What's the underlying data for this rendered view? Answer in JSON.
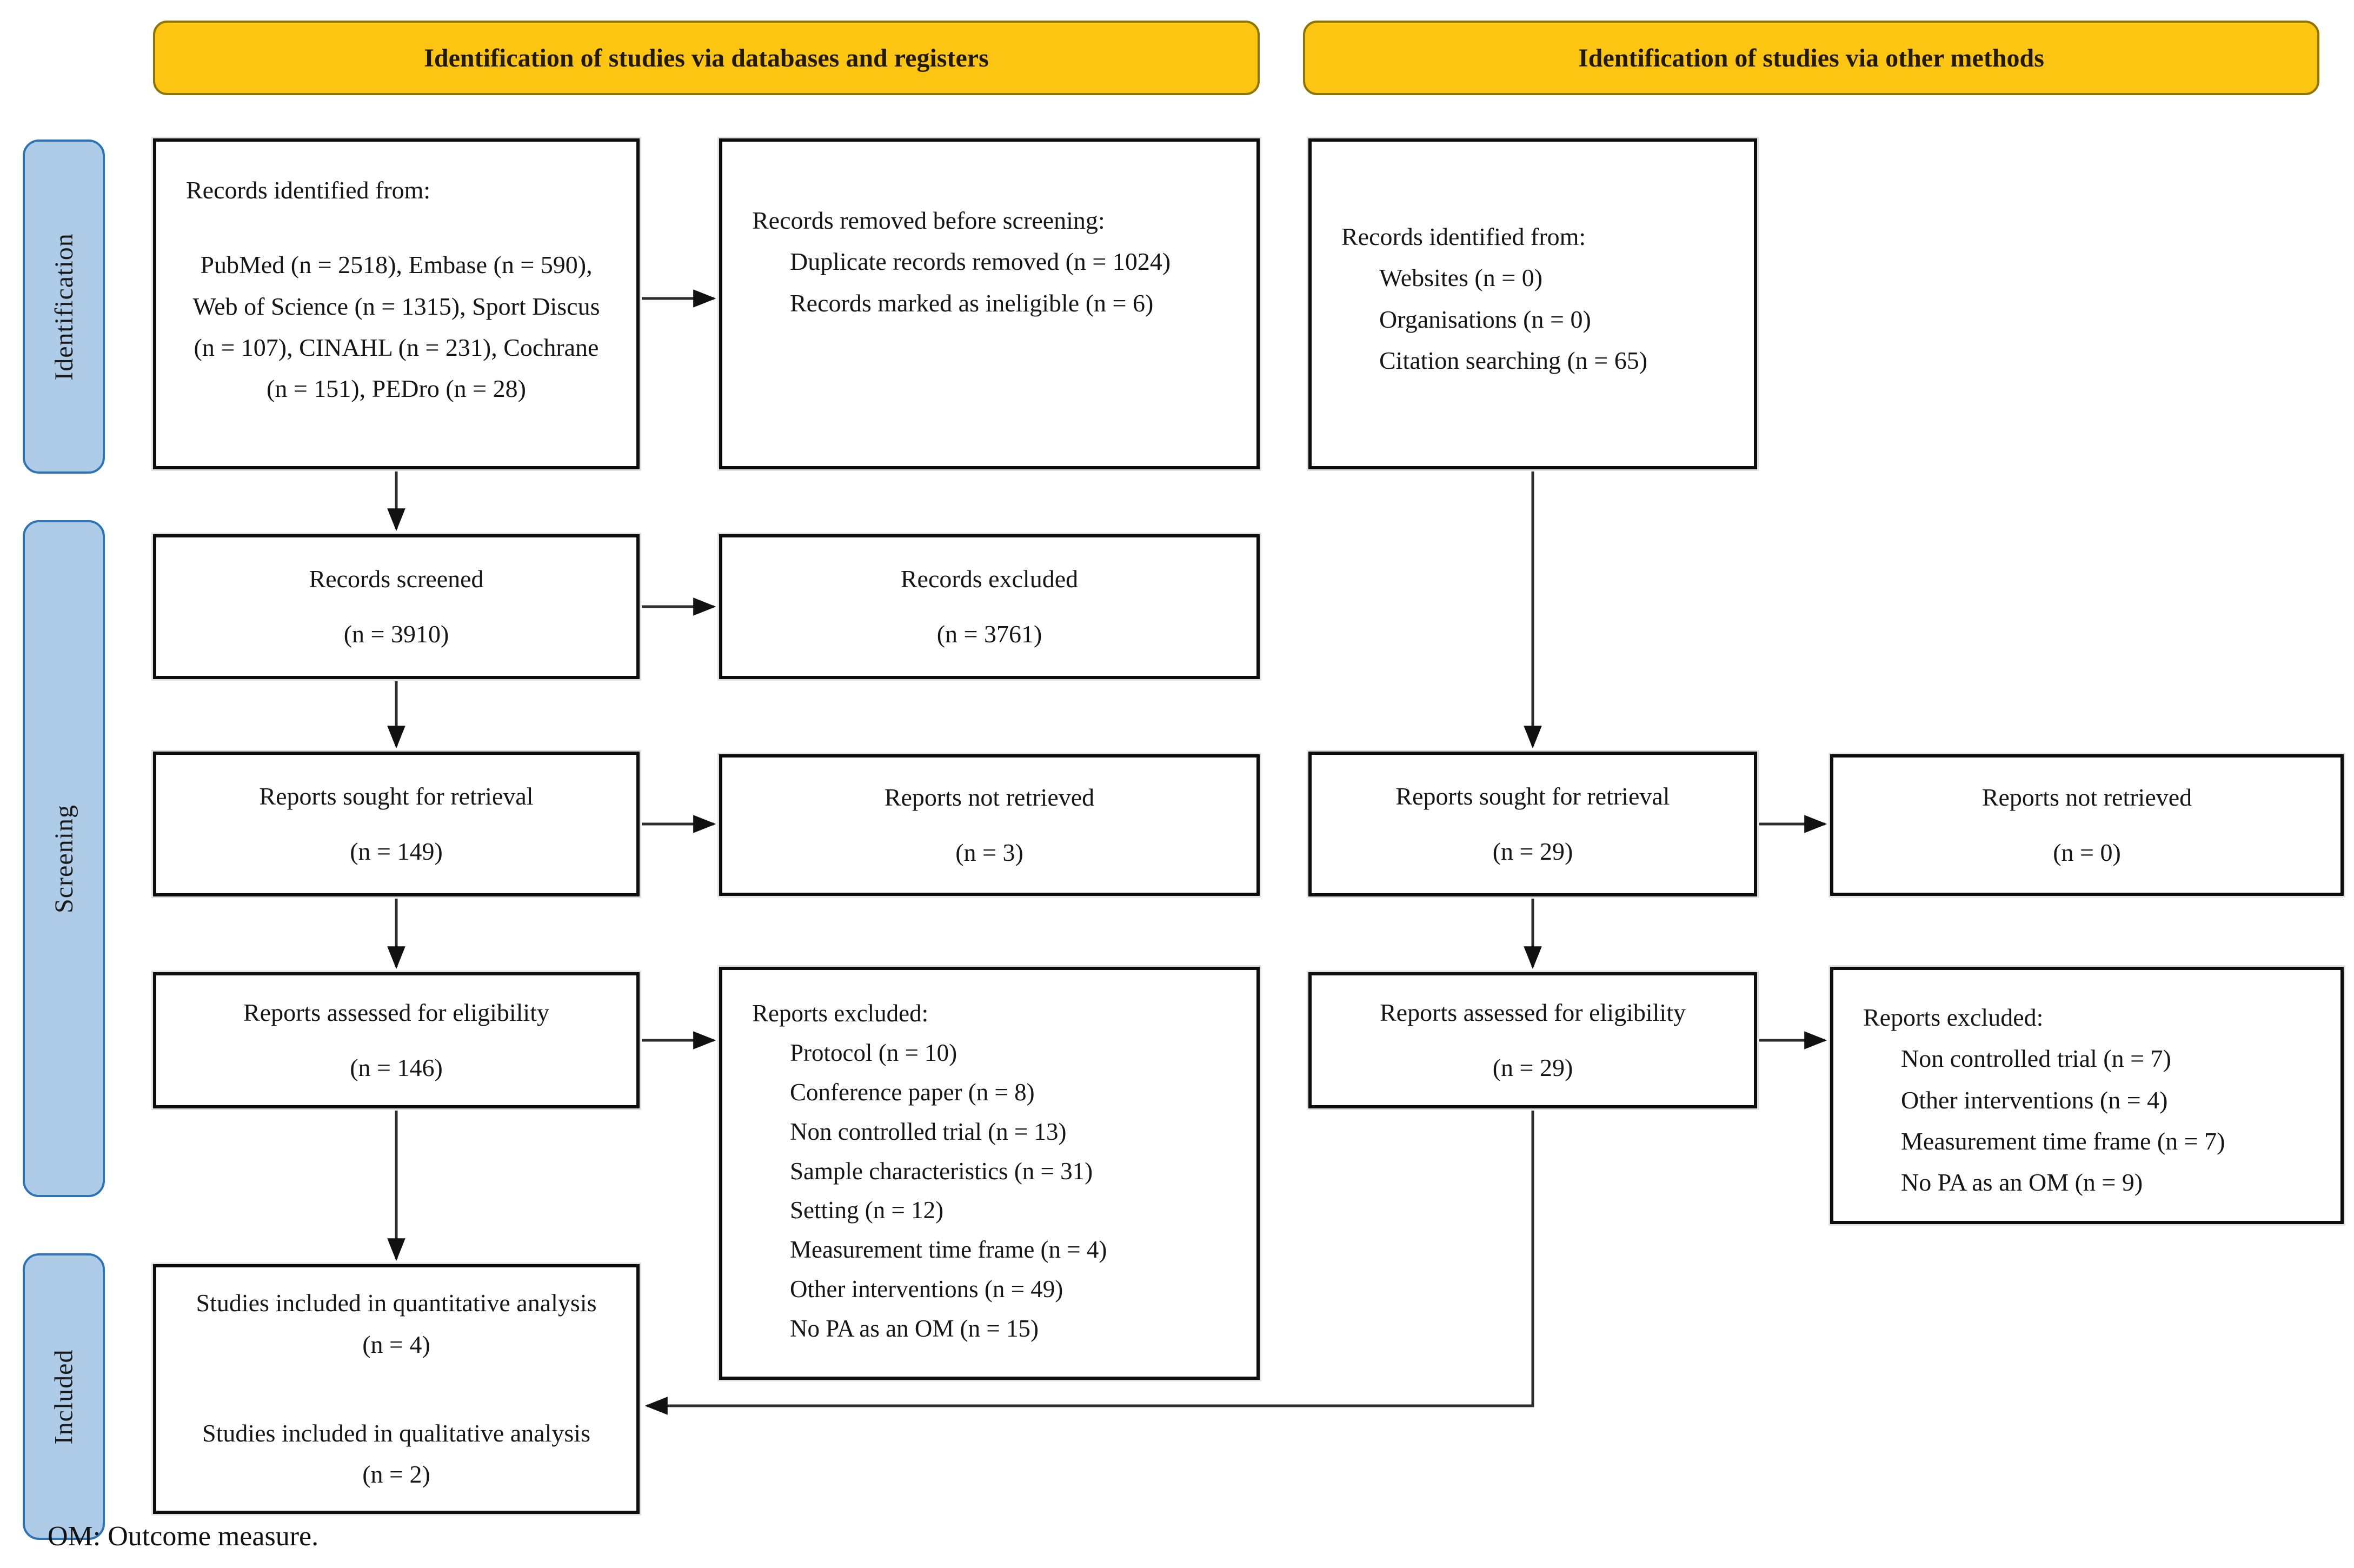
{
  "banners": {
    "databases": "Identification of studies via databases and registers",
    "other": "Identification of studies via other methods"
  },
  "stages": {
    "identification": "Identification",
    "screening": "Screening",
    "included": "Included"
  },
  "boxes": {
    "records_db": {
      "title": "Records identified from:",
      "body": "PubMed (n = 2518), Embase (n = 590), Web of Science (n = 1315), Sport Discus (n = 107), CINAHL (n = 231), Cochrane (n = 151), PEDro (n = 28)"
    },
    "records_removed": {
      "title": "Records removed before screening:",
      "items": [
        "Duplicate records removed (n = 1024)",
        "Records marked as ineligible (n = 6)"
      ]
    },
    "records_other": {
      "title": "Records identified from:",
      "items": [
        "Websites (n = 0)",
        "Organisations (n = 0)",
        "Citation searching (n = 65)"
      ]
    },
    "records_screened": {
      "label": "Records screened",
      "count": "(n = 3910)"
    },
    "records_excluded": {
      "label": "Records excluded",
      "count": "(n = 3761)"
    },
    "reports_sought_db": {
      "label": "Reports sought for retrieval",
      "count": "(n = 149)"
    },
    "reports_not_retrieved_db": {
      "label": "Reports not retrieved",
      "count": "(n = 3)"
    },
    "reports_sought_other": {
      "label": "Reports sought for retrieval",
      "count": "(n = 29)"
    },
    "reports_not_retrieved_other": {
      "label": "Reports not retrieved",
      "count": "(n = 0)"
    },
    "reports_assessed_db": {
      "label": "Reports assessed for eligibility",
      "count": "(n = 146)"
    },
    "reports_assessed_other": {
      "label": "Reports assessed for eligibility",
      "count": "(n = 29)"
    },
    "reports_excluded_db": {
      "title": "Reports excluded:",
      "items": [
        "Protocol (n = 10)",
        "Conference paper (n = 8)",
        "Non controlled trial (n = 13)",
        "Sample characteristics (n = 31)",
        "Setting (n = 12)",
        "Measurement time frame (n = 4)",
        "Other interventions (n = 49)",
        "No PA as an OM (n = 15)"
      ]
    },
    "reports_excluded_other": {
      "title": "Reports excluded:",
      "items": [
        "Non controlled trial (n = 7)",
        "Other interventions (n = 4)",
        "Measurement time frame (n = 7)",
        "No PA as an OM (n = 9)"
      ]
    },
    "included": {
      "line1": "Studies included in quantitative analysis (n = 4)",
      "line2": "Studies included in qualitative analysis (n = 2)"
    }
  },
  "note": "OM: Outcome measure.",
  "colors": {
    "banner_fill": "#FCC511",
    "banner_border": "#8C7500",
    "stage_fill": "#AECBE8",
    "stage_border": "#2E74B5",
    "box_border": "#0D0D0D",
    "connector": "#2D2D2D"
  }
}
